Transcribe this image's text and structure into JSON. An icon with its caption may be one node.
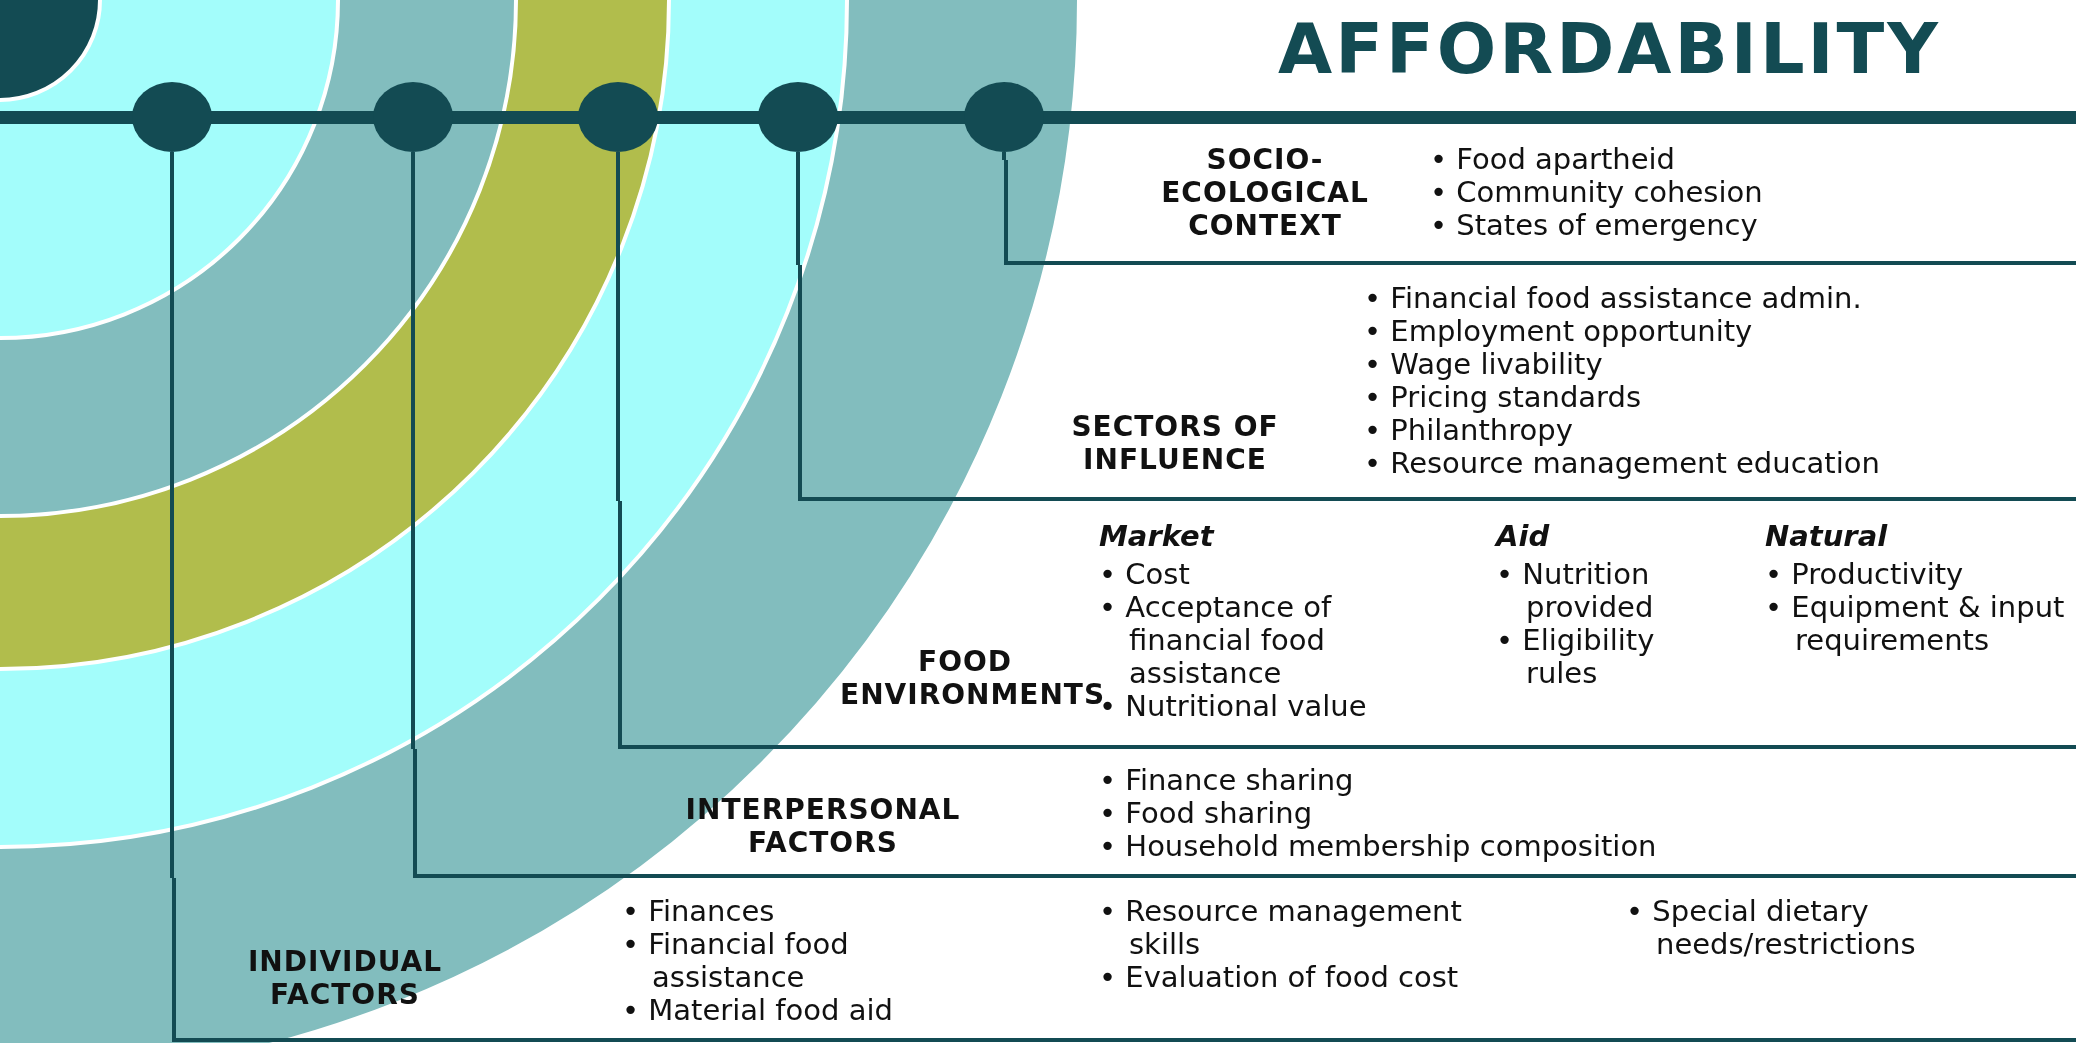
{
  "diagram": {
    "title": "AFFORDABILITY",
    "nodes": [
      {
        "text": [],
        "shape": "circle"
      },
      {
        "text": [],
        "shape": "circle"
      },
      {
        "text": [],
        "shape": "circle"
      },
      {
        "text": [],
        "shape": "circle"
      },
      {
        "text": [],
        "shape": "circle"
      },
      {
        "text": [
          "SOCIO-ECOLOGICAL CONTEXT",
          "• Food apartheid",
          "• Community cohesion",
          "• States of emergency"
        ]
      },
      {
        "text": [
          "SECTORS OF INFLUENCE",
          "• Financial food assistance admin.",
          "• Employment opportunity",
          "• Wage livability",
          "• Pricing standards",
          "• Philanthropy",
          "• Resource management education"
        ]
      },
      {
        "text": [
          "FOOD ENVIRONMENTS"
        ]
      },
      {
        "text": [
          "Market",
          "• Cost",
          "• Acceptance of financial food assistance",
          "• Nutritional value"
        ],
        "in": 7
      },
      {
        "text": [
          "Aid",
          "• Nutrition provided",
          "• Eligibility rules"
        ],
        "in": 7
      },
      {
        "text": [
          "Natural",
          "• Productivity",
          "• Equipment & input requirements"
        ],
        "in": 7
      },
      {
        "text": [
          "INTERPERSONAL FACTORS",
          "• Finance sharing",
          "• Food sharing",
          "• Household membership composition"
        ]
      },
      {
        "text": [
          "INDIVIDUAL FACTORS",
          "• Finances",
          "• Financial food assistance",
          "• Material food aid",
          "• Resource management skills",
          "• Evaluation of food cost",
          "• Special dietary needs/restrictions"
        ]
      }
    ],
    "edges": [
      {
        "from": 4,
        "to": 5,
        "arrow": "none"
      },
      {
        "from": 3,
        "to": 6,
        "arrow": "none"
      },
      {
        "from": 2,
        "to": 7,
        "arrow": "none"
      },
      {
        "from": 1,
        "to": 11,
        "arrow": "none"
      },
      {
        "from": 0,
        "to": 12,
        "arrow": "none"
      }
    ]
  }
}
